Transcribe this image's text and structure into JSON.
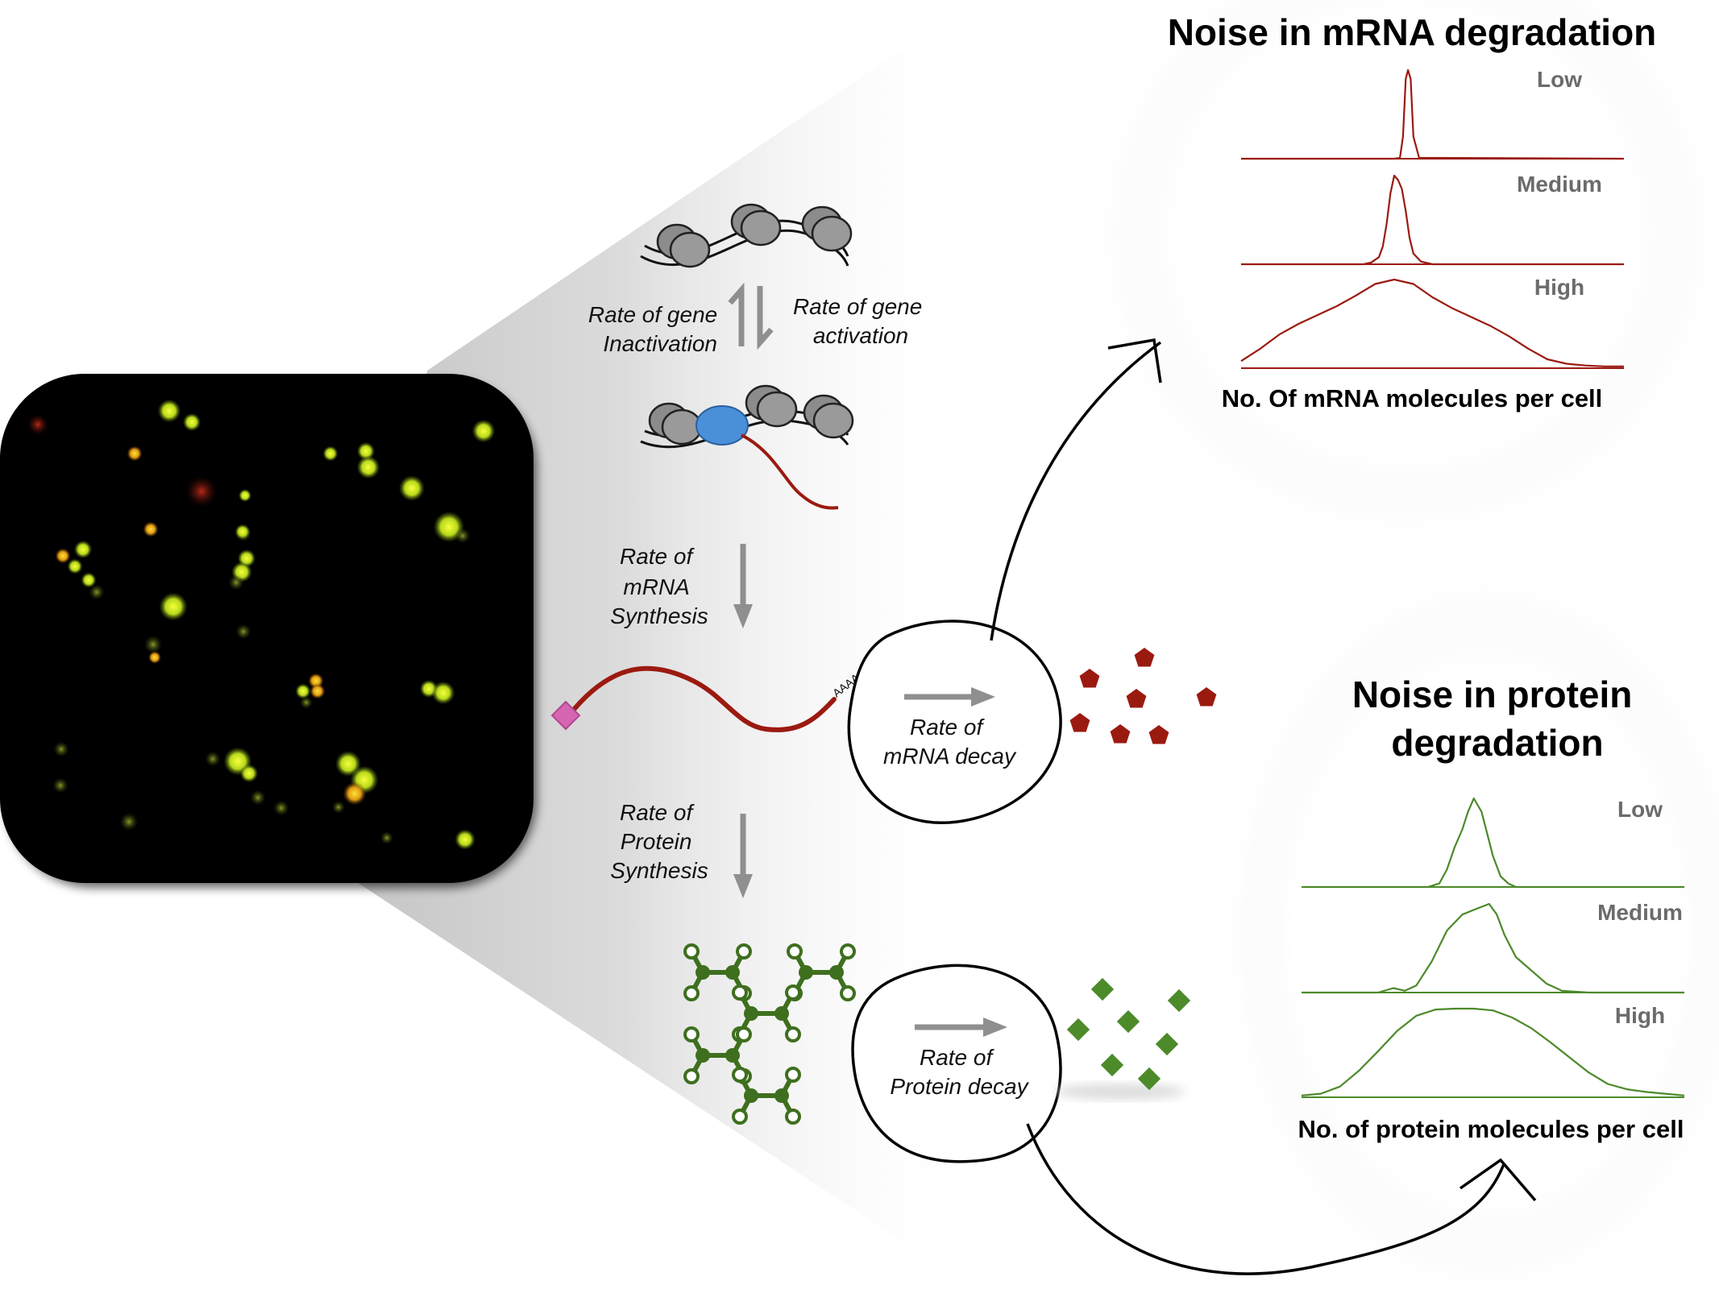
{
  "diagram": {
    "gene_regulation": {
      "inactivation_label": [
        "Rate of gene",
        "Inactivation"
      ],
      "activation_label": [
        "Rate of gene",
        "activation"
      ]
    },
    "mrna_synthesis_label": [
      "Rate of",
      "mRNA",
      "Synthesis"
    ],
    "protein_synthesis_label": [
      "Rate of",
      "Protein",
      "Synthesis"
    ],
    "poly_a_tail": "AAAAAAAAA",
    "mrna_decay_label": [
      "Rate of",
      "mRNA decay"
    ],
    "protein_decay_label": [
      "Rate of",
      "Protein decay"
    ]
  },
  "panels": {
    "mrna_noise": {
      "title": "Noise in mRNA degradation",
      "x_label": "No. Of mRNA molecules per cell"
    },
    "protein_noise": {
      "title_lines": [
        "Noise in protein",
        "degradation"
      ],
      "x_label": "No. of protein molecules per cell"
    }
  },
  "colors": {
    "mrna": "#9b1a10",
    "protein": "#4c8a2a",
    "protein_dark": "#3e6f1e",
    "arrow_gray": "#8f8f8f",
    "nucleosome": "#909090",
    "activator": "#4a90d9",
    "cap": "#d565b0",
    "micrograph_bg": "#000000"
  },
  "chart_data": [
    {
      "type": "line",
      "title": "Noise in mRNA degradation",
      "xlabel": "No. Of mRNA molecules per cell",
      "ylabel": "",
      "xlim": [
        0,
        100
      ],
      "ylim": [
        0,
        1
      ],
      "color": "#9b1a10",
      "series": [
        {
          "name": "Low",
          "x": [
            0,
            40,
            41.5,
            42.3,
            43,
            43.6,
            44.3,
            45,
            46.5,
            100
          ],
          "y": [
            0,
            0,
            0.01,
            0.25,
            0.9,
            1.0,
            0.9,
            0.25,
            0.01,
            0
          ]
        },
        {
          "name": "Medium",
          "x": [
            0,
            32,
            34,
            36,
            37,
            38,
            39,
            40,
            41,
            42,
            43,
            44,
            45,
            47,
            50,
            100
          ],
          "y": [
            0,
            0,
            0.02,
            0.08,
            0.2,
            0.45,
            0.8,
            1.0,
            0.95,
            0.85,
            0.6,
            0.3,
            0.12,
            0.03,
            0,
            0
          ]
        },
        {
          "name": "High",
          "x": [
            0,
            5,
            10,
            15,
            20,
            25,
            30,
            35,
            40,
            45,
            50,
            55,
            60,
            65,
            70,
            75,
            80,
            85,
            90,
            95,
            100
          ],
          "y": [
            0.08,
            0.22,
            0.38,
            0.5,
            0.6,
            0.7,
            0.82,
            0.95,
            1.0,
            0.95,
            0.8,
            0.68,
            0.58,
            0.48,
            0.36,
            0.22,
            0.1,
            0.05,
            0.03,
            0.02,
            0.02
          ]
        }
      ]
    },
    {
      "type": "line",
      "title": "Noise in protein degradation",
      "xlabel": "No. of protein molecules per cell",
      "ylabel": "",
      "xlim": [
        0,
        100
      ],
      "ylim": [
        0,
        1
      ],
      "color": "#4c8a2a",
      "series": [
        {
          "name": "Low",
          "x": [
            0,
            33,
            36,
            38,
            40,
            42,
            43.5,
            45,
            47,
            48.5,
            50,
            52,
            54,
            56,
            100
          ],
          "y": [
            0,
            0,
            0.04,
            0.2,
            0.45,
            0.65,
            0.85,
            1.0,
            0.85,
            0.6,
            0.35,
            0.12,
            0.04,
            0,
            0
          ]
        },
        {
          "name": "Medium",
          "x": [
            0,
            20,
            24,
            27,
            30,
            34,
            38,
            42,
            46,
            49,
            51,
            53,
            56,
            60,
            64,
            68,
            75,
            100
          ],
          "y": [
            0,
            0,
            0.05,
            0.02,
            0.08,
            0.35,
            0.7,
            0.88,
            0.95,
            1.0,
            0.88,
            0.65,
            0.4,
            0.25,
            0.1,
            0.02,
            0,
            0
          ]
        },
        {
          "name": "High",
          "x": [
            0,
            5,
            10,
            15,
            20,
            25,
            30,
            35,
            40,
            45,
            50,
            55,
            60,
            65,
            70,
            75,
            80,
            85,
            90,
            95,
            100
          ],
          "y": [
            0.02,
            0.04,
            0.12,
            0.3,
            0.52,
            0.75,
            0.92,
            0.99,
            1.0,
            1.0,
            0.98,
            0.9,
            0.78,
            0.62,
            0.45,
            0.28,
            0.15,
            0.09,
            0.06,
            0.04,
            0.02
          ]
        }
      ]
    }
  ]
}
